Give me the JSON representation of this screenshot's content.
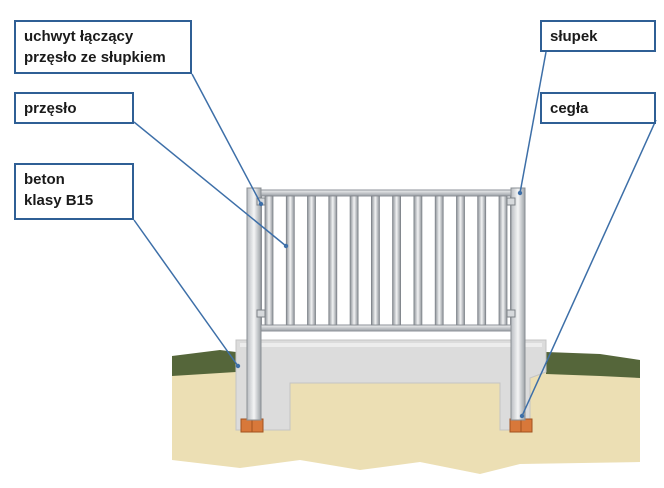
{
  "labels": {
    "uchwyt": {
      "line1": "uchwyt łączący",
      "line2": "przęsło ze słupkiem"
    },
    "przeslo": {
      "line1": "przęsło"
    },
    "beton": {
      "line1": "beton",
      "line2": "klasy B15"
    },
    "slupek": {
      "line1": "słupek"
    },
    "cegla": {
      "line1": "cegła"
    }
  },
  "colors": {
    "label_border": "#2f5f95",
    "leader_line": "#3d6fa8",
    "soil": "#ecdfb4",
    "grass": "#55663a",
    "concrete": "#dcdcdc",
    "brick": "#d8783a"
  }
}
